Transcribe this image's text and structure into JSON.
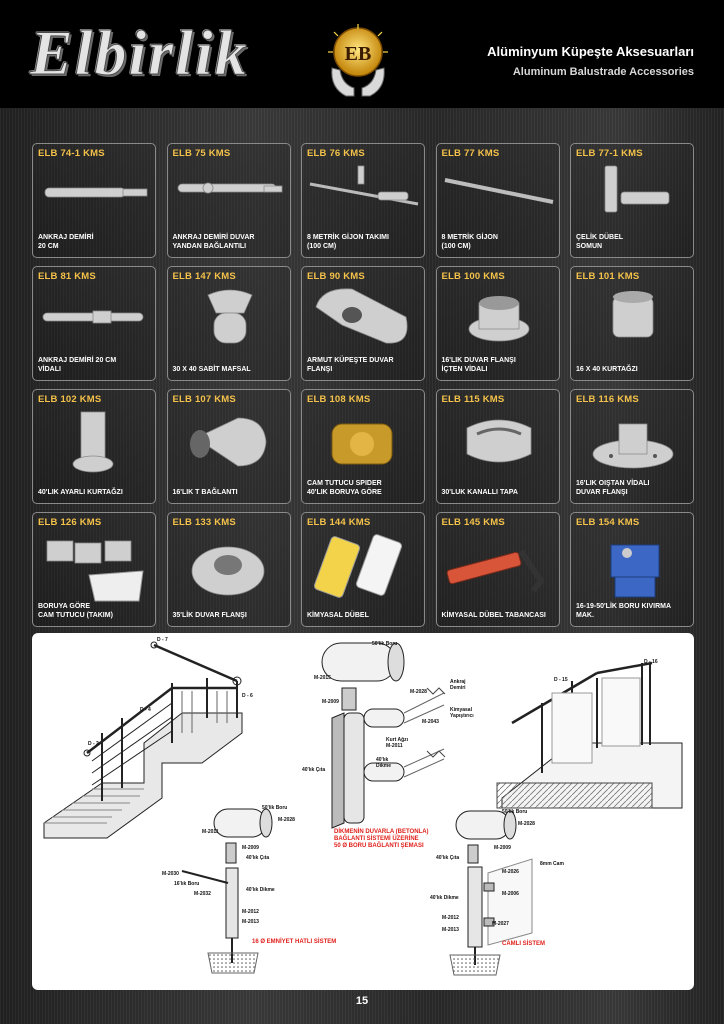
{
  "header": {
    "brand": "Elbirlik",
    "emblem_letters": "EB",
    "title": "Alüminyum Küpeşte Aksesuarları",
    "subtitle": "Aluminum Balustrade Accessories"
  },
  "products": [
    {
      "code": "ELB 74-1 KMS",
      "name": "ANKRAJ DEMİRİ\n20 CM",
      "icon": "anchor-rod-icon"
    },
    {
      "code": "ELB 75 KMS",
      "name": "ANKRAJ DEMİRİ DUVAR\nYANDAN BAĞLANTILI",
      "icon": "side-anchor-icon"
    },
    {
      "code": "ELB 76 KMS",
      "name": "8 METRİK GİJON TAKIMI\n(100 CM)",
      "icon": "threaded-rod-set-icon"
    },
    {
      "code": "ELB 77 KMS",
      "name": "8 METRİK GİJON\n(100 CM)",
      "icon": "threaded-rod-icon"
    },
    {
      "code": "ELB 77-1 KMS",
      "name": "ÇELİK DÜBEL\nSOMUN",
      "icon": "steel-dowel-icon"
    },
    {
      "code": "ELB 81 KMS",
      "name": "ANKRAJ DEMİRİ 20 CM\nVİDALI",
      "icon": "screw-anchor-icon"
    },
    {
      "code": "ELB 147 KMS",
      "name": "30 X 40 SABİT MAFSAL",
      "icon": "fixed-joint-icon"
    },
    {
      "code": "ELB 90 KMS",
      "name": "ARMUT KÜPEŞTE DUVAR FLANŞI",
      "icon": "pear-flange-icon"
    },
    {
      "code": "ELB 100 KMS",
      "name": "16'LIK DUVAR FLANŞI\nİÇTEN VİDALI",
      "icon": "wall-flange-icon"
    },
    {
      "code": "ELB 101 KMS",
      "name": "16 X 40 KURTAĞZI",
      "icon": "wolf-mouth-icon"
    },
    {
      "code": "ELB 102 KMS",
      "name": "40'LIK AYARLI KURTAĞZI",
      "icon": "adjustable-wolf-mouth-icon"
    },
    {
      "code": "ELB 107 KMS",
      "name": "16'LIK T BAĞLANTI",
      "icon": "t-connector-icon"
    },
    {
      "code": "ELB 108 KMS",
      "name": "CAM TUTUCU SPIDER\n40'LIK BORUYA GÖRE",
      "icon": "glass-spider-icon"
    },
    {
      "code": "ELB 115 KMS",
      "name": "30'LUK KANALLI TAPA",
      "icon": "channel-cap-icon"
    },
    {
      "code": "ELB 116 KMS",
      "name": "16'LIK OIŞTAN VİDALI\nDUVAR FLANŞI",
      "icon": "outer-flange-icon"
    },
    {
      "code": "ELB 126 KMS",
      "name": "BORUYA GÖRE\nCAM TUTUCU (TAKIM)",
      "icon": "glass-holder-set-icon"
    },
    {
      "code": "ELB 133 KMS",
      "name": "35'LİK DUVAR FLANŞI",
      "icon": "round-flange-icon"
    },
    {
      "code": "ELB 144 KMS",
      "name": "KİMYASAL DÜBEL",
      "icon": "chemical-anchor-icon"
    },
    {
      "code": "ELB 145 KMS",
      "name": "KİMYASAL DÜBEL TABANCASI",
      "icon": "caulking-gun-icon"
    },
    {
      "code": "ELB 154 KMS",
      "name": "16-19-50'LİK BORU KIVIRMA MAK.",
      "icon": "pipe-bender-icon"
    }
  ],
  "diagram": {
    "labels": {
      "d7": "D - 7",
      "d6": "D - 6",
      "d4": "D - 4",
      "d2": "D - 2",
      "d16": "D - 16",
      "d15": "D - 15",
      "boru50": "50'lik Boru",
      "m2015": "M-2015",
      "m2028": "M-2028",
      "ankraj": "Ankraj\nDemiri",
      "m2009": "M-2009",
      "m2043": "M-2043",
      "kimyasal": "Kimyasal\nYapıştırıcı",
      "kurt": "Kurt Ağzı\nM-2011",
      "dikme40": "40'lık\nDikme",
      "cita40": "40'lık Çıta",
      "b_boru50": "50'lik Boru",
      "b_m2028": "M-2028",
      "b_m2011": "M-2011",
      "b_m2009": "M-2009",
      "b_cita": "40'lık Çıta",
      "b_m2030": "M-2030",
      "b_boru16": "16'lık Boru",
      "b_m2032": "M-2032",
      "b_dikme": "40'lık Dikme",
      "b_m2012": "M-2012",
      "b_m2013": "M-2013",
      "c_boru50": "50'lik Boru",
      "c_m2028": "M-2028",
      "c_m2009": "M-2009",
      "c_cita": "40'lık Çıta",
      "c_cam": "8mm Cam",
      "c_m2026": "M-2026",
      "c_m2006": "M-2006",
      "c_dikme": "40'lık Dikme",
      "c_m2012": "M-2012",
      "c_m2027": "M-2027",
      "c_m2013": "M-2013"
    },
    "caption_wall": "DİKMENİN DUVARLA (BETONLA)\nBAĞLANTI SİSTEMİ ÜZERİNE\n50 Ø BORU BAĞLANTI ŞEMASI",
    "caption_safety": "16 Ø EMNİYET HATLI SİSTEM",
    "caption_glass": "CAMLI SİSTEM"
  },
  "page_number": "15",
  "colors": {
    "code": "#f4c24a",
    "caption_red": "#e0201b",
    "card_border": "#8a8a8a"
  }
}
